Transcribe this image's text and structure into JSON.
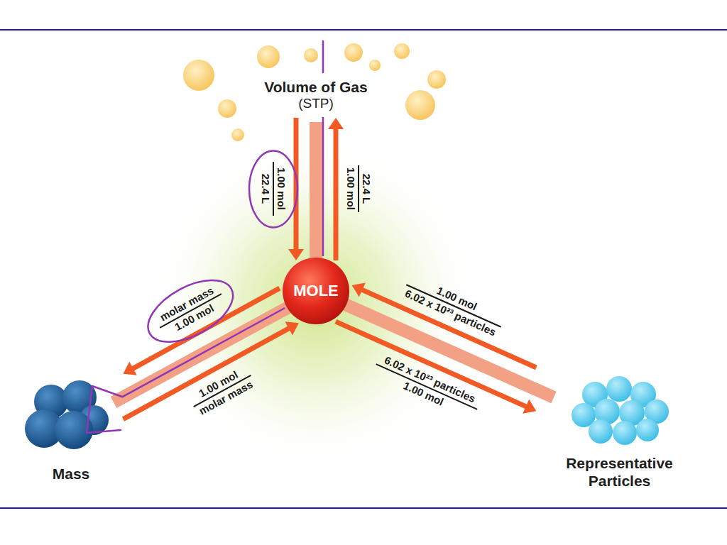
{
  "diagram": {
    "nodes": [
      {
        "text": [
          "Volume of Gas",
          "(STP)"
        ]
      },
      {
        "text": [
          "MOLE"
        ]
      },
      {
        "text": [
          "Mass"
        ]
      },
      {
        "text": [
          "Representative Particles"
        ]
      }
    ],
    "edges": [
      {
        "from": 0,
        "to": 1,
        "arrow": "to",
        "label": "1.00 mol 22.4 L"
      },
      {
        "from": 1,
        "to": 0,
        "arrow": "to",
        "label": "22.4 L 1.00 mol"
      },
      {
        "from": 1,
        "to": 2,
        "arrow": "to",
        "label": "molar mass 1.00 mol"
      },
      {
        "from": 2,
        "to": 1,
        "arrow": "to",
        "label": "1.00 mol molar mass"
      },
      {
        "from": 3,
        "to": 1,
        "arrow": "to",
        "label": "1.00 mol 6.02 x 10²³ particles"
      },
      {
        "from": 1,
        "to": 3,
        "arrow": "to",
        "label": "6.02 x 10²³ particles 1.00 mol"
      }
    ]
  }
}
